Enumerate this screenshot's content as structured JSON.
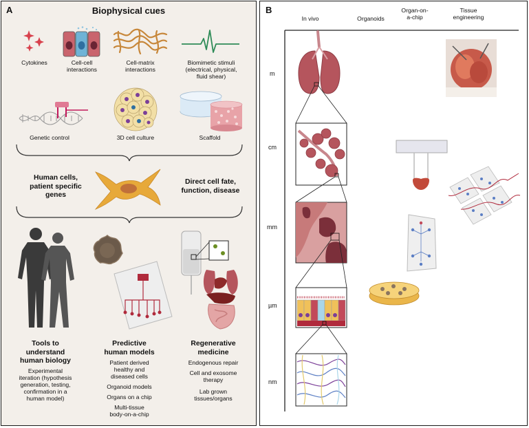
{
  "panel_a": {
    "label": "A",
    "title": "Biophysical cues",
    "cues": [
      {
        "name": "cytokines",
        "label": "Cytokines"
      },
      {
        "name": "cell-cell",
        "label": "Cell-cell\ninteractions"
      },
      {
        "name": "cell-matrix",
        "label": "Cell-matrix\ninteractions"
      },
      {
        "name": "biomimetic",
        "label": "Biomimetic stimuli\n(electrical, physical,\nfluid shear)"
      },
      {
        "name": "genetic",
        "label": "Genetic control"
      },
      {
        "name": "3d-culture",
        "label": "3D cell culture"
      },
      {
        "name": "scaffold",
        "label": "Scaffold"
      }
    ],
    "human_cells": "Human cells,\npatient specific\ngenes",
    "direct_fate": "Direct cell fate,\nfunction, disease",
    "outcomes": [
      {
        "title": "Tools to\nunderstand\nhuman biology",
        "items": [
          "Experimental\niteration (hypothesis\ngeneration, testing,\nconfirmation in a\nhuman model)"
        ]
      },
      {
        "title": "Predictive\nhuman models",
        "items": [
          "Patient derived\nhealthy and\ndiseased cells",
          "Organoid models",
          "Organs on a chip",
          "Multi-tissue\nbody-on-a-chip"
        ]
      },
      {
        "title": "Regenerative\nmedicine",
        "items": [
          "Endogenous repair",
          "Cell and exosome\ntherapy",
          "Lab grown\ntissues/organs"
        ]
      }
    ]
  },
  "panel_b": {
    "label": "B",
    "columns": [
      "In vivo",
      "Organoids",
      "Organ-on-\na-chip",
      "Tissue\nengineering"
    ],
    "scales": [
      "m",
      "cm",
      "mm",
      "µm",
      "nm"
    ]
  },
  "colors": {
    "panel_a_bg": "#f3efea",
    "lung": "#b5555d",
    "chip_red": "#b02a3c",
    "cell_yellow": "#f0c15a",
    "signal_green": "#2e8b57"
  }
}
